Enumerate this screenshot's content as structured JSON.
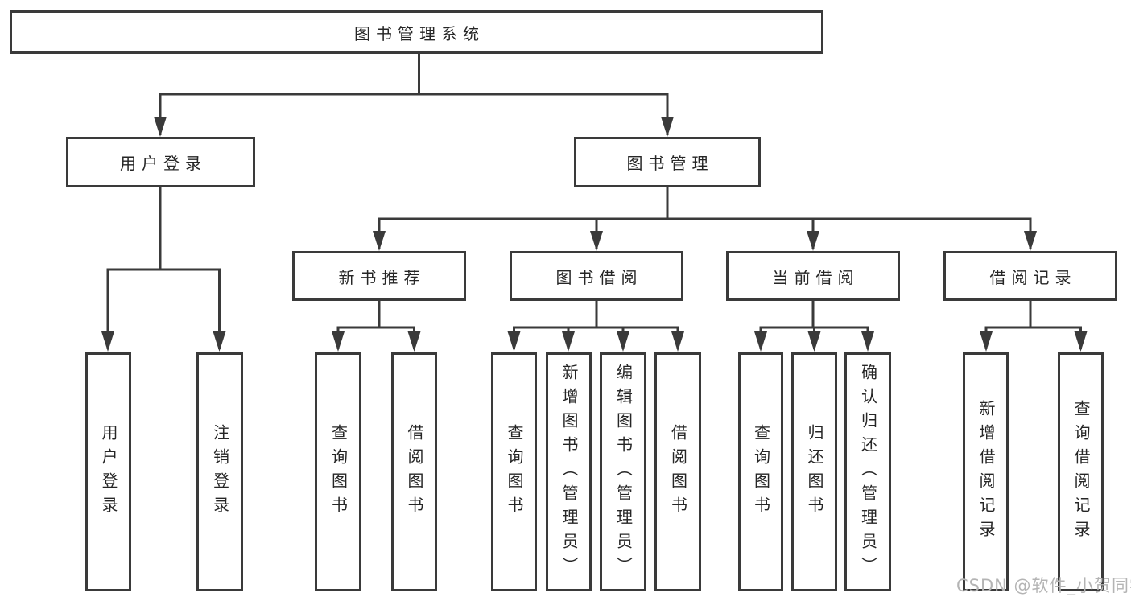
{
  "title": "图书管理系统",
  "nodes": {
    "root": "图书管理系统",
    "user_login": {
      "label": "用户登录",
      "children": [
        "用户登录",
        "注销登录"
      ]
    },
    "book_management": {
      "label": "图书管理"
    },
    "new_book_recommend": {
      "label": "新书推荐",
      "children": [
        "查询图书",
        "借阅图书"
      ]
    },
    "book_borrowing": {
      "label": "图书借阅",
      "children": [
        "查询图书",
        "新增图书（管理员）",
        "编辑图书（管理员）",
        "借阅图书"
      ]
    },
    "current_borrowing": {
      "label": "当前借阅",
      "children": [
        "查询图书",
        "归还图书",
        "确认归还（管理员）"
      ]
    },
    "borrowing_records": {
      "label": "借阅记录",
      "children": [
        "新增借阅记录",
        "查询借阅记录"
      ]
    }
  },
  "watermark": {
    "text": "CSDN @软件_小贺同学"
  },
  "colors": {
    "line": "#3a3a3a",
    "box_border": "#3a3a3a",
    "text": "#262626",
    "watermark": "#b4b4b4",
    "background": "#ffffff"
  }
}
